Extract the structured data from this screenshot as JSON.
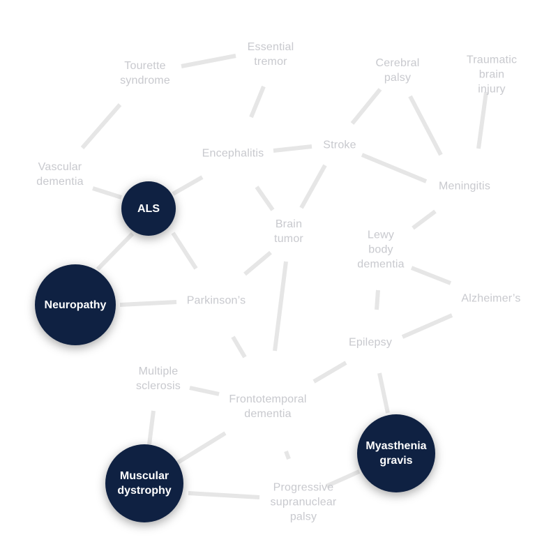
{
  "labels": {
    "tourette": [
      "Tourette",
      "syndrome"
    ],
    "essential": [
      "Essential",
      "tremor"
    ],
    "cerebral": [
      "Cerebral",
      "palsy"
    ],
    "traumatic": [
      "Traumatic",
      "brain",
      "injury"
    ],
    "vascular": [
      "Vascular",
      "dementia"
    ],
    "encephalitis": [
      "Encephalitis"
    ],
    "stroke": [
      "Stroke"
    ],
    "meningitis": [
      "Meningitis"
    ],
    "brain_tumor": [
      "Brain",
      "tumor"
    ],
    "lewy": [
      "Lewy",
      "body",
      "dementia"
    ],
    "parkinsons": [
      "Parkinson’s"
    ],
    "alzheimers": [
      "Alzheimer’s"
    ],
    "epilepsy": [
      "Epilepsy"
    ],
    "ms": [
      "Multiple",
      "sclerosis"
    ],
    "ftd": [
      "Frontotemporal",
      "dementia"
    ],
    "psp": [
      "Progressive",
      "supranuclear",
      "palsy"
    ]
  },
  "highlighted": {
    "als": [
      "ALS"
    ],
    "neuropathy": [
      "Neuropathy"
    ],
    "muscular": [
      "Muscular",
      "dystrophy"
    ],
    "myasthenia": [
      "Myasthenia",
      "gravis"
    ]
  },
  "colors": {
    "highlight_fill": "#0f2142",
    "highlight_text": "#ffffff",
    "label_text": "#c8c9ce",
    "edge": "#e6e6e6"
  }
}
